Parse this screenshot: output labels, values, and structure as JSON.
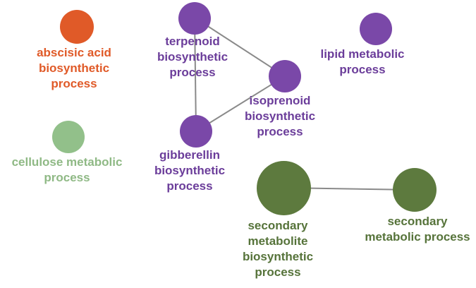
{
  "nodes": [
    {
      "id": "abscisic",
      "label_lines": [
        "abscisic acid",
        "biosynthetic",
        "process"
      ],
      "color": "#e05a28"
    },
    {
      "id": "terpenoid",
      "label_lines": [
        "terpenoid",
        "biosynthetic",
        "process"
      ],
      "color": "#7a48a8"
    },
    {
      "id": "isoprenoid",
      "label_lines": [
        "isoprenoid",
        "biosynthetic",
        "process"
      ],
      "color": "#7a48a8"
    },
    {
      "id": "gibberellin",
      "label_lines": [
        "gibberellin",
        "biosynthetic",
        "process"
      ],
      "color": "#7a48a8"
    },
    {
      "id": "lipid",
      "label_lines": [
        "lipid metabolic",
        "process"
      ],
      "color": "#7a48a8"
    },
    {
      "id": "cellulose",
      "label_lines": [
        "cellulose metabolic",
        "process"
      ],
      "color": "#92c08a"
    },
    {
      "id": "secondary-metabolite",
      "label_lines": [
        "secondary",
        "metabolite",
        "biosynthetic",
        "process"
      ],
      "color": "#5d7a3e"
    },
    {
      "id": "secondary-metabolic",
      "label_lines": [
        "secondary",
        "metabolic process"
      ],
      "color": "#5d7a3e"
    }
  ],
  "edges": [
    {
      "from": "terpenoid",
      "to": "isoprenoid"
    },
    {
      "from": "terpenoid",
      "to": "gibberellin"
    },
    {
      "from": "isoprenoid",
      "to": "gibberellin"
    },
    {
      "from": "secondary-metabolite",
      "to": "secondary-metabolic"
    }
  ]
}
